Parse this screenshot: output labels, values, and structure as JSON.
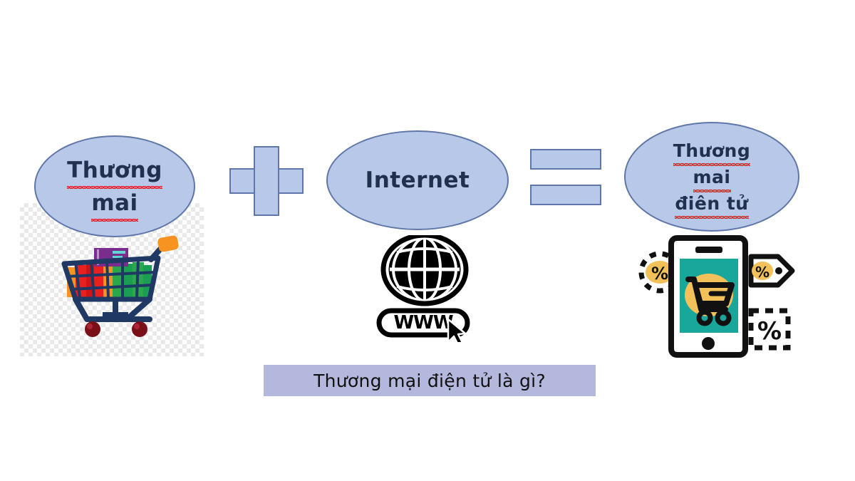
{
  "slide": {
    "background_color": "#ffffff",
    "caption": {
      "text": "Thương mại điện tử là gì?",
      "background_color": "#b4b8dc",
      "text_color": "#111111"
    }
  },
  "equation": {
    "operator_plus": "+",
    "operator_equals": "=",
    "shape_fill": "#b8c8e8",
    "shape_border": "#5f77a8"
  },
  "bubbles": [
    {
      "id": "thuong-mai",
      "lines": [
        "Thương",
        "mai"
      ],
      "spellcheck_underline": true,
      "fill": "#b8c8e8",
      "border": "#5f77a8",
      "text_color": "#20304e"
    },
    {
      "id": "internet",
      "lines": [
        "Internet"
      ],
      "spellcheck_underline": false,
      "fill": "#b8c8e8",
      "border": "#5f77a8",
      "text_color": "#20304e"
    },
    {
      "id": "thuong-mai-dien-tu",
      "lines": [
        "Thương",
        "mai",
        "điên tử"
      ],
      "spellcheck_underline": true,
      "fill": "#b8c8e8",
      "border": "#5f77a8",
      "text_color": "#20304e"
    }
  ],
  "icons": {
    "shopping_cart": {
      "name": "shopping-cart-icon",
      "frame_color": "#1f3864",
      "handle_color": "#f79421",
      "wheel_color": "#7a0f18",
      "goods_colors": [
        "#7b2d8e",
        "#e8201f",
        "#f79421",
        "#2aa84a",
        "#1b9e54"
      ],
      "has_transparency_checkerboard": true
    },
    "globe_www": {
      "name": "globe-www-icon",
      "label": "WWW",
      "color": "#000000",
      "has_cursor": true
    },
    "mobile_commerce": {
      "name": "mobile-shopping-icon",
      "screen_color": "#1aa79b",
      "accent_color": "#f3c15a",
      "outline_color": "#111111",
      "badges": [
        "%",
        "%",
        "%"
      ]
    }
  }
}
